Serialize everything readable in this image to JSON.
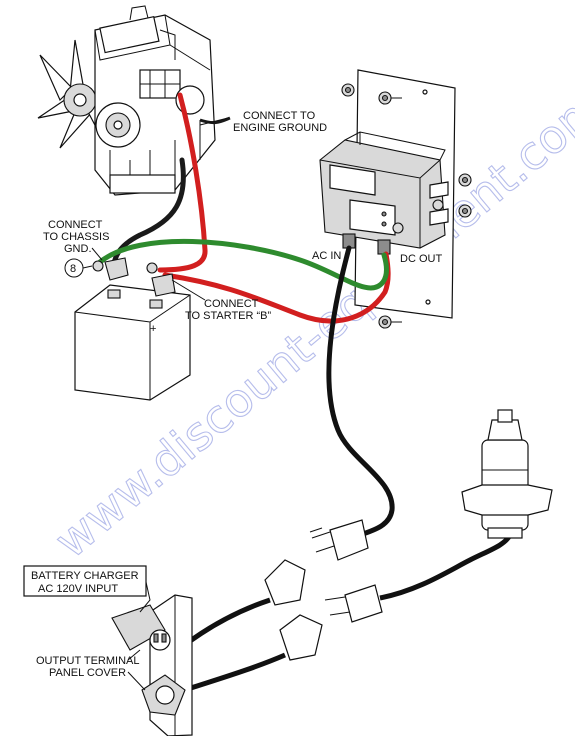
{
  "labels": {
    "engine_ground": [
      "CONNECT TO",
      "ENGINE GROUND"
    ],
    "chassis_gnd": [
      "CONNECT",
      "TO CHASSIS",
      "GND."
    ],
    "starter_b": [
      "CONNECT",
      "TO STARTER “B”"
    ],
    "ac_in": "AC IN",
    "dc_out": "DC OUT",
    "charger_input": [
      "BATTERY CHARGER",
      "AC 120V INPUT"
    ],
    "panel_cover": [
      "OUTPUT TERMINAL",
      "PANEL COVER"
    ],
    "callout_number": "8"
  },
  "watermark": "www.discount-equipment.com",
  "colors": {
    "ground_wire": "#1a1a1a",
    "positive_wire": "#d21f1f",
    "chassis_wire": "#2e8b2e",
    "ac_cord": "#111111"
  }
}
